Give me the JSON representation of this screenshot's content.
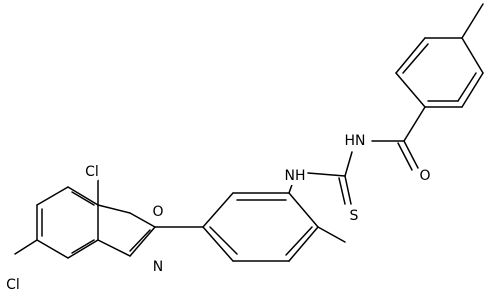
{
  "atom_labels": {
    "o_ring": "O",
    "n_ring": "N",
    "cl_top": "Cl",
    "cl_bottom": "Cl",
    "nh_left": "NH",
    "nh_right": "HN",
    "sulfur": "S",
    "oxygen_carbonyl": "O"
  }
}
